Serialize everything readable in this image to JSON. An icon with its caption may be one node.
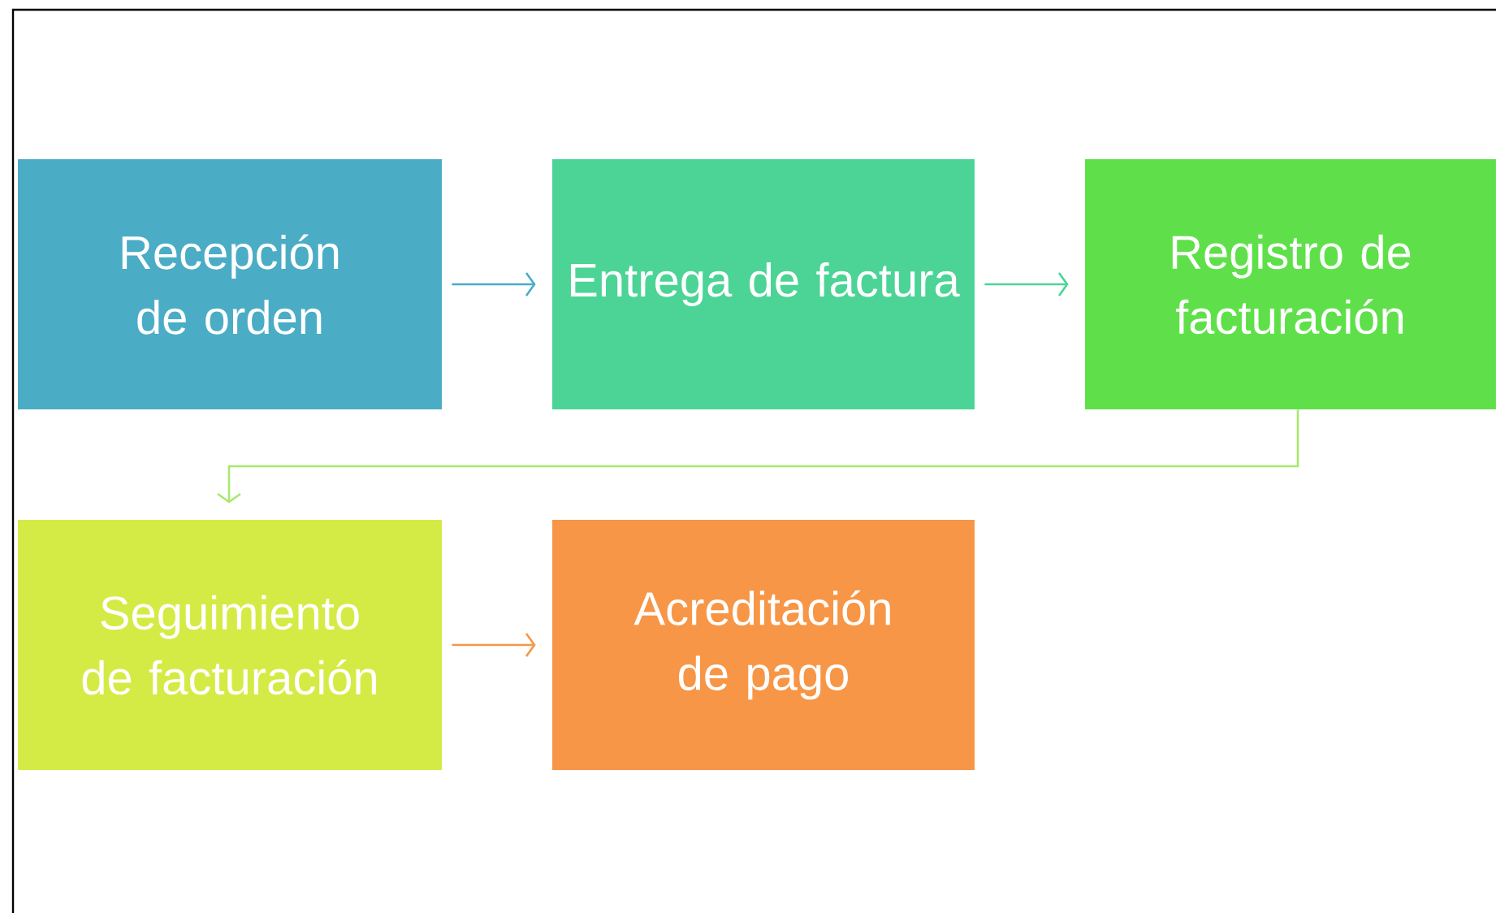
{
  "diagram": {
    "nodes": [
      {
        "text": [
          "Recepción de orden"
        ]
      },
      {
        "text": [
          "Entrega de factura"
        ]
      },
      {
        "text": [
          "Registro de facturación"
        ]
      },
      {
        "text": [
          "Seguimiento de facturación"
        ]
      },
      {
        "text": [
          "Acreditación de pago"
        ]
      }
    ],
    "edges": [
      {
        "from": 0,
        "to": 1,
        "arrow": "to",
        "color": "#4bacc6"
      },
      {
        "from": 1,
        "to": 2,
        "arrow": "to",
        "color": "#4bd496"
      },
      {
        "from": 2,
        "to": 3,
        "arrow": "to",
        "color": "#a8e86c"
      },
      {
        "from": 3,
        "to": 4,
        "arrow": "to",
        "color": "#f79646"
      }
    ]
  }
}
